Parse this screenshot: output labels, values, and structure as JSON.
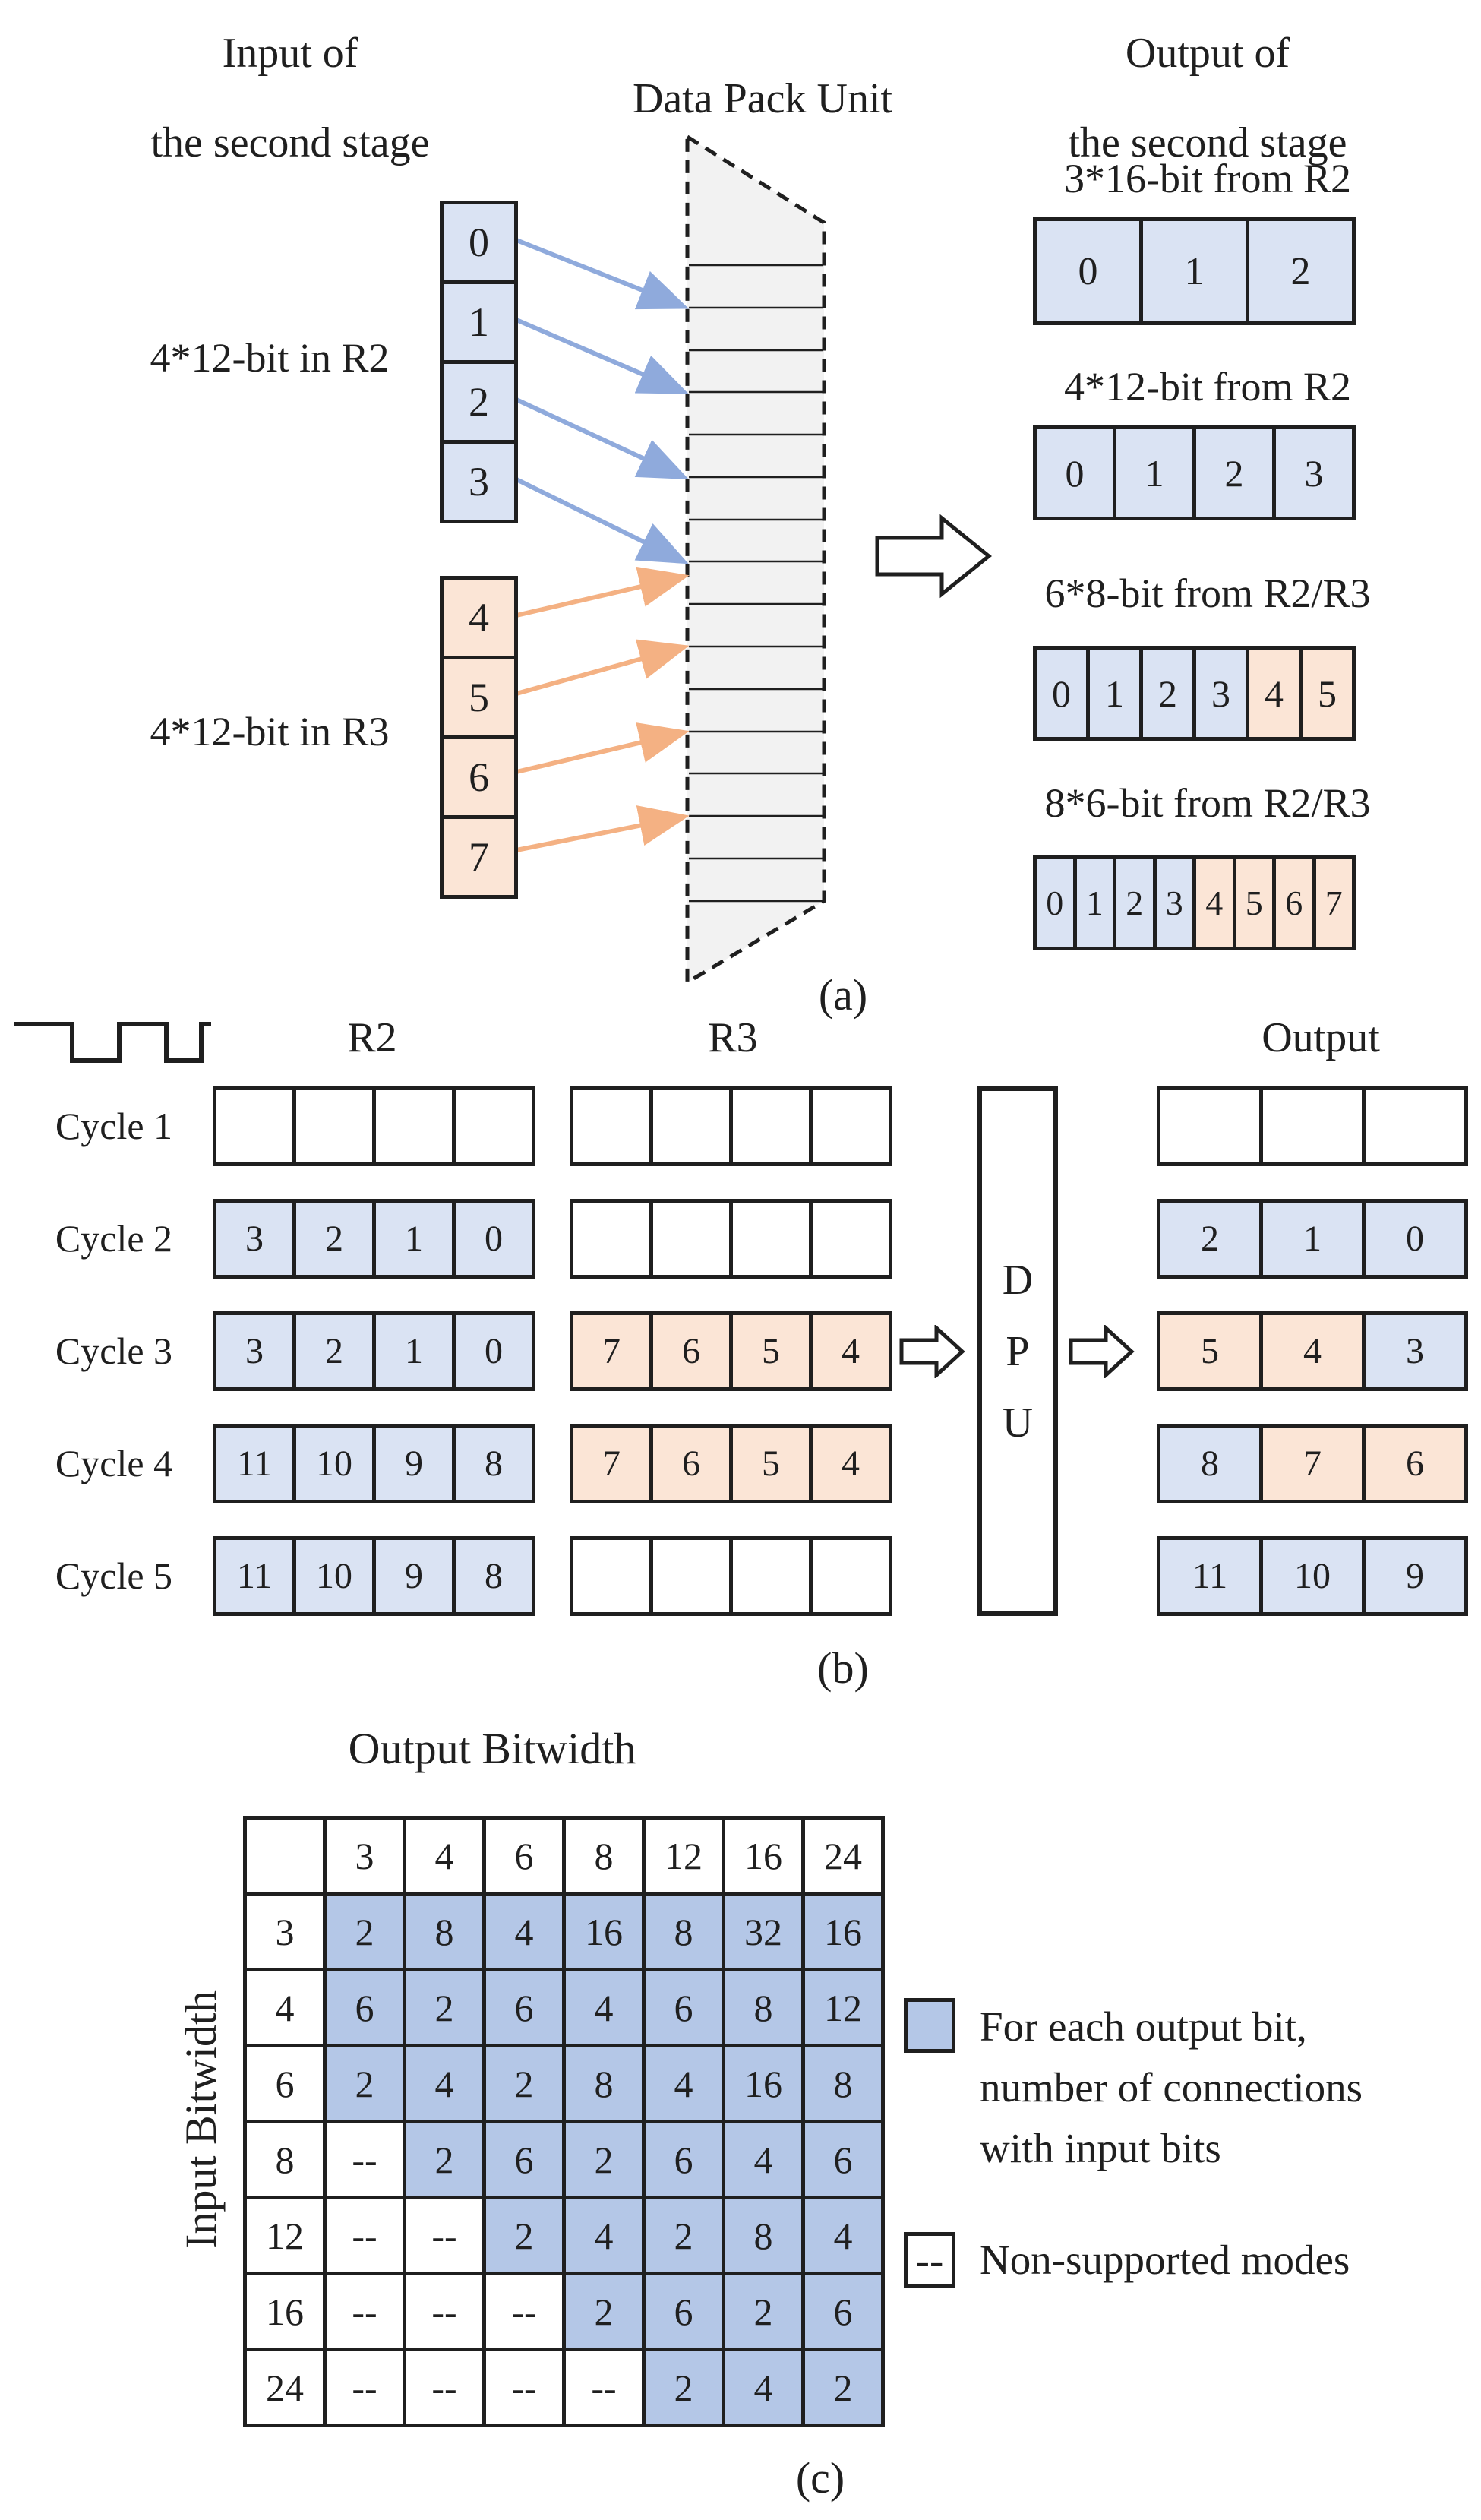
{
  "colors": {
    "ink": "#1f1f1f",
    "cell_blue": "#dae3f3",
    "cell_orange": "#fbe5d6",
    "table_blue": "#b4c7e7",
    "arrow_blue": "#8faadc",
    "arrow_orange": "#f4b183",
    "dpu_gray": "#f2f2f2"
  },
  "panel_a": {
    "title_input_line1": "Input of",
    "title_input_line2": "the second stage",
    "title_dpu": "Data Pack Unit",
    "title_output_line1": "Output of",
    "title_output_line2": "the second stage",
    "label_r2": "4*12-bit in R2",
    "label_r3": "4*12-bit in R3",
    "stack_r2": [
      {
        "v": "0",
        "cls": "blue"
      },
      {
        "v": "1",
        "cls": "blue"
      },
      {
        "v": "2",
        "cls": "blue"
      },
      {
        "v": "3",
        "cls": "blue"
      }
    ],
    "stack_r3": [
      {
        "v": "4",
        "cls": "orange"
      },
      {
        "v": "5",
        "cls": "orange"
      },
      {
        "v": "6",
        "cls": "orange"
      },
      {
        "v": "7",
        "cls": "orange"
      }
    ],
    "out1_heading": "3*16-bit from R2",
    "out1_cells": [
      {
        "v": "0",
        "cls": "blue"
      },
      {
        "v": "1",
        "cls": "blue"
      },
      {
        "v": "2",
        "cls": "blue"
      }
    ],
    "out2_heading": "4*12-bit from R2",
    "out2_cells": [
      {
        "v": "0",
        "cls": "blue"
      },
      {
        "v": "1",
        "cls": "blue"
      },
      {
        "v": "2",
        "cls": "blue"
      },
      {
        "v": "3",
        "cls": "blue"
      }
    ],
    "out3_heading": "6*8-bit from R2/R3",
    "out3_cells": [
      {
        "v": "0",
        "cls": "blue"
      },
      {
        "v": "1",
        "cls": "blue"
      },
      {
        "v": "2",
        "cls": "blue"
      },
      {
        "v": "3",
        "cls": "blue"
      },
      {
        "v": "4",
        "cls": "orange"
      },
      {
        "v": "5",
        "cls": "orange"
      }
    ],
    "out4_heading": "8*6-bit from R2/R3",
    "out4_cells": [
      {
        "v": "0",
        "cls": "blue"
      },
      {
        "v": "1",
        "cls": "blue"
      },
      {
        "v": "2",
        "cls": "blue"
      },
      {
        "v": "3",
        "cls": "blue"
      },
      {
        "v": "4",
        "cls": "orange"
      },
      {
        "v": "5",
        "cls": "orange"
      },
      {
        "v": "6",
        "cls": "orange"
      },
      {
        "v": "7",
        "cls": "orange"
      }
    ],
    "caption": "(a)"
  },
  "panel_b": {
    "header_r2": "R2",
    "header_r3": "R3",
    "header_output": "Output",
    "dpu_letters": [
      "D",
      "P",
      "U"
    ],
    "rows": [
      {
        "label": "Cycle 1",
        "r2": [
          {
            "v": "",
            "cls": "empty"
          },
          {
            "v": "",
            "cls": "empty"
          },
          {
            "v": "",
            "cls": "empty"
          },
          {
            "v": "",
            "cls": "empty"
          }
        ],
        "r3": [
          {
            "v": "",
            "cls": "empty"
          },
          {
            "v": "",
            "cls": "empty"
          },
          {
            "v": "",
            "cls": "empty"
          },
          {
            "v": "",
            "cls": "empty"
          }
        ],
        "out": [
          {
            "v": "",
            "cls": "empty"
          },
          {
            "v": "",
            "cls": "empty"
          },
          {
            "v": "",
            "cls": "empty"
          }
        ]
      },
      {
        "label": "Cycle 2",
        "r2": [
          {
            "v": "3",
            "cls": "blue"
          },
          {
            "v": "2",
            "cls": "blue"
          },
          {
            "v": "1",
            "cls": "blue"
          },
          {
            "v": "0",
            "cls": "blue"
          }
        ],
        "r3": [
          {
            "v": "",
            "cls": "empty"
          },
          {
            "v": "",
            "cls": "empty"
          },
          {
            "v": "",
            "cls": "empty"
          },
          {
            "v": "",
            "cls": "empty"
          }
        ],
        "out": [
          {
            "v": "2",
            "cls": "blue"
          },
          {
            "v": "1",
            "cls": "blue"
          },
          {
            "v": "0",
            "cls": "blue"
          }
        ]
      },
      {
        "label": "Cycle 3",
        "r2": [
          {
            "v": "3",
            "cls": "blue"
          },
          {
            "v": "2",
            "cls": "blue"
          },
          {
            "v": "1",
            "cls": "blue"
          },
          {
            "v": "0",
            "cls": "blue"
          }
        ],
        "r3": [
          {
            "v": "7",
            "cls": "orange"
          },
          {
            "v": "6",
            "cls": "orange"
          },
          {
            "v": "5",
            "cls": "orange"
          },
          {
            "v": "4",
            "cls": "orange"
          }
        ],
        "out": [
          {
            "v": "5",
            "cls": "orange"
          },
          {
            "v": "4",
            "cls": "orange"
          },
          {
            "v": "3",
            "cls": "blue"
          }
        ]
      },
      {
        "label": "Cycle 4",
        "r2": [
          {
            "v": "11",
            "cls": "blue"
          },
          {
            "v": "10",
            "cls": "blue"
          },
          {
            "v": "9",
            "cls": "blue"
          },
          {
            "v": "8",
            "cls": "blue"
          }
        ],
        "r3": [
          {
            "v": "7",
            "cls": "orange"
          },
          {
            "v": "6",
            "cls": "orange"
          },
          {
            "v": "5",
            "cls": "orange"
          },
          {
            "v": "4",
            "cls": "orange"
          }
        ],
        "out": [
          {
            "v": "8",
            "cls": "blue"
          },
          {
            "v": "7",
            "cls": "orange"
          },
          {
            "v": "6",
            "cls": "orange"
          }
        ]
      },
      {
        "label": "Cycle 5",
        "r2": [
          {
            "v": "11",
            "cls": "blue"
          },
          {
            "v": "10",
            "cls": "blue"
          },
          {
            "v": "9",
            "cls": "blue"
          },
          {
            "v": "8",
            "cls": "blue"
          }
        ],
        "r3": [
          {
            "v": "",
            "cls": "empty"
          },
          {
            "v": "",
            "cls": "empty"
          },
          {
            "v": "",
            "cls": "empty"
          },
          {
            "v": "",
            "cls": "empty"
          }
        ],
        "out": [
          {
            "v": "11",
            "cls": "blue"
          },
          {
            "v": "10",
            "cls": "blue"
          },
          {
            "v": "9",
            "cls": "blue"
          }
        ]
      }
    ],
    "caption": "(b)"
  },
  "panel_c": {
    "title": "Output Bitwidth",
    "side_label": "Input Bitwidth",
    "grid": [
      {
        "v": "",
        "cls": "head"
      },
      {
        "v": "3",
        "cls": "head"
      },
      {
        "v": "4",
        "cls": "head"
      },
      {
        "v": "6",
        "cls": "head"
      },
      {
        "v": "8",
        "cls": "head"
      },
      {
        "v": "12",
        "cls": "head"
      },
      {
        "v": "16",
        "cls": "head"
      },
      {
        "v": "24",
        "cls": "head"
      },
      {
        "v": "3",
        "cls": "head"
      },
      {
        "v": "2",
        "cls": "blue"
      },
      {
        "v": "8",
        "cls": "blue"
      },
      {
        "v": "4",
        "cls": "blue"
      },
      {
        "v": "16",
        "cls": "blue"
      },
      {
        "v": "8",
        "cls": "blue"
      },
      {
        "v": "32",
        "cls": "blue"
      },
      {
        "v": "16",
        "cls": "blue"
      },
      {
        "v": "4",
        "cls": "head"
      },
      {
        "v": "6",
        "cls": "blue"
      },
      {
        "v": "2",
        "cls": "blue"
      },
      {
        "v": "6",
        "cls": "blue"
      },
      {
        "v": "4",
        "cls": "blue"
      },
      {
        "v": "6",
        "cls": "blue"
      },
      {
        "v": "8",
        "cls": "blue"
      },
      {
        "v": "12",
        "cls": "blue"
      },
      {
        "v": "6",
        "cls": "head"
      },
      {
        "v": "2",
        "cls": "blue"
      },
      {
        "v": "4",
        "cls": "blue"
      },
      {
        "v": "2",
        "cls": "blue"
      },
      {
        "v": "8",
        "cls": "blue"
      },
      {
        "v": "4",
        "cls": "blue"
      },
      {
        "v": "16",
        "cls": "blue"
      },
      {
        "v": "8",
        "cls": "blue"
      },
      {
        "v": "8",
        "cls": "head"
      },
      {
        "v": "--",
        "cls": "dash"
      },
      {
        "v": "2",
        "cls": "blue"
      },
      {
        "v": "6",
        "cls": "blue"
      },
      {
        "v": "2",
        "cls": "blue"
      },
      {
        "v": "6",
        "cls": "blue"
      },
      {
        "v": "4",
        "cls": "blue"
      },
      {
        "v": "6",
        "cls": "blue"
      },
      {
        "v": "12",
        "cls": "head"
      },
      {
        "v": "--",
        "cls": "dash"
      },
      {
        "v": "--",
        "cls": "dash"
      },
      {
        "v": "2",
        "cls": "blue"
      },
      {
        "v": "4",
        "cls": "blue"
      },
      {
        "v": "2",
        "cls": "blue"
      },
      {
        "v": "8",
        "cls": "blue"
      },
      {
        "v": "4",
        "cls": "blue"
      },
      {
        "v": "16",
        "cls": "head"
      },
      {
        "v": "--",
        "cls": "dash"
      },
      {
        "v": "--",
        "cls": "dash"
      },
      {
        "v": "--",
        "cls": "dash"
      },
      {
        "v": "2",
        "cls": "blue"
      },
      {
        "v": "6",
        "cls": "blue"
      },
      {
        "v": "2",
        "cls": "blue"
      },
      {
        "v": "6",
        "cls": "blue"
      },
      {
        "v": "24",
        "cls": "head"
      },
      {
        "v": "--",
        "cls": "dash"
      },
      {
        "v": "--",
        "cls": "dash"
      },
      {
        "v": "--",
        "cls": "dash"
      },
      {
        "v": "--",
        "cls": "dash"
      },
      {
        "v": "2",
        "cls": "blue"
      },
      {
        "v": "4",
        "cls": "blue"
      },
      {
        "v": "2",
        "cls": "blue"
      }
    ],
    "legend_blue_lines": [
      "For each output bit,",
      "number of connections",
      "with input bits"
    ],
    "legend_dash_symbol": "--",
    "legend_dash_label": "Non-supported modes",
    "caption": "(c)"
  }
}
